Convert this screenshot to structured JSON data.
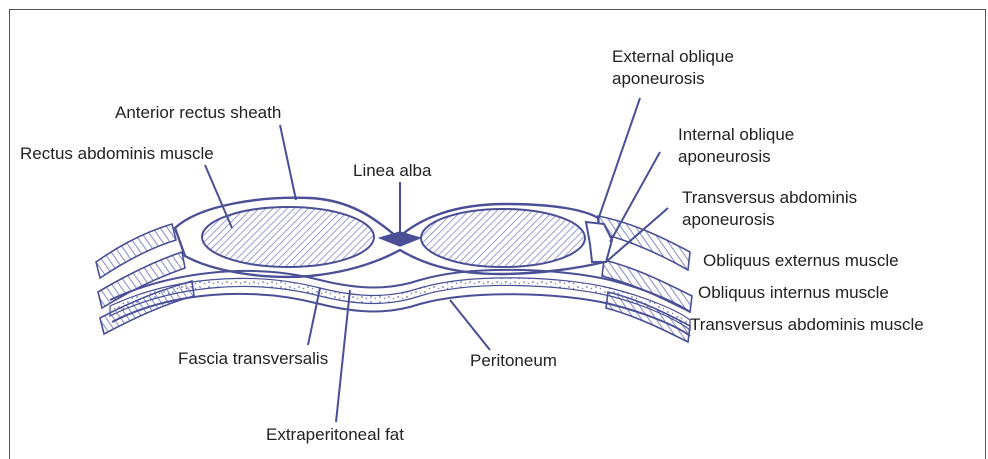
{
  "labels": {
    "anterior_rectus_sheath": "Anterior rectus sheath",
    "rectus_abdominis_muscle": "Rectus abdominis muscle",
    "linea_alba": "Linea alba",
    "external_oblique_aponeurosis_1": "External oblique",
    "external_oblique_aponeurosis_2": "aponeurosis",
    "internal_oblique_aponeurosis_1": "Internal oblique",
    "internal_oblique_aponeurosis_2": "aponeurosis",
    "transversus_abdominis_aponeurosis_1": "Transversus abdominis",
    "transversus_abdominis_aponeurosis_2": "aponeurosis",
    "obliquus_externus_muscle": "Obliquus externus muscle",
    "obliquus_internus_muscle": "Obliquus internus muscle",
    "transversus_abdominis_muscle": "Transversus abdominis muscle",
    "fascia_transversalis": "Fascia transversalis",
    "peritoneum": "Peritoneum",
    "extraperitoneal_fat": "Extraperitoneal fat"
  },
  "colors": {
    "line": "#4a4f96",
    "fill": "#c9cdea",
    "hatch": "#8088c4",
    "text": "#222222"
  }
}
